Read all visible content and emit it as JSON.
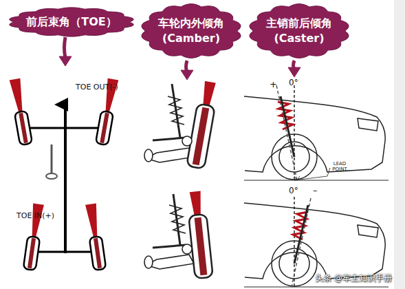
{
  "diagram": {
    "nodes": [
      {
        "text": [
          "前后束角（TOE）"
        ]
      },
      {
        "text": [
          "车轮内外倾角 (Camber)"
        ]
      },
      {
        "text": [
          "主销前后倾角 (Caster)"
        ]
      }
    ],
    "labels": [
      "TOE OUT(-)",
      "TOE IN(+)",
      "+",
      "0°",
      "LEAD POINT",
      "0°",
      "–",
      "头条 @车主知识手册"
    ]
  }
}
